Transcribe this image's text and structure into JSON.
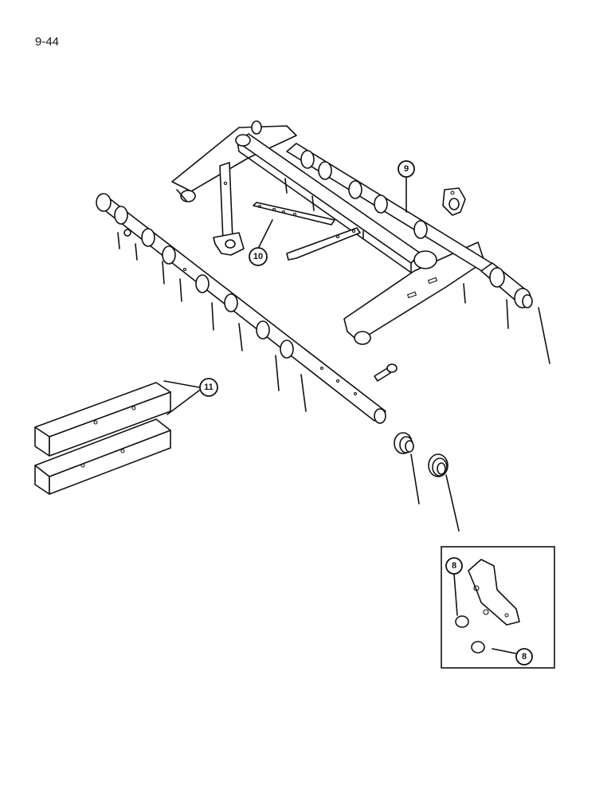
{
  "page_number": "9-44",
  "callouts": {
    "c9": "9",
    "c10": "10",
    "c11": "11",
    "c8a": "8",
    "c8b": "8"
  }
}
